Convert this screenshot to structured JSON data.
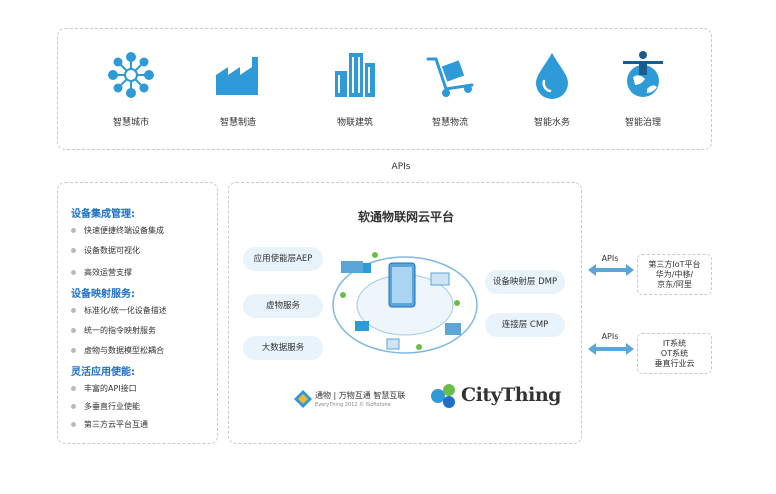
{
  "industries": [
    {
      "label": "智慧城市",
      "icon": "network-icon"
    },
    {
      "label": "智慧制造",
      "icon": "factory-icon"
    },
    {
      "label": "物联建筑",
      "icon": "buildings-icon"
    },
    {
      "label": "智慧物流",
      "icon": "hand-cart-icon"
    },
    {
      "label": "智能水务",
      "icon": "water-drop-icon"
    },
    {
      "label": "智能治理",
      "icon": "globe-person-icon"
    }
  ],
  "apis_label": "APIs",
  "left_panel": {
    "sections": [
      {
        "title": "设备集成管理:",
        "items": [
          "快速便捷终端设备集成",
          "设备数据可视化",
          "高效运营支撑"
        ]
      },
      {
        "title": "设备映射服务:",
        "items": [
          "标准化/统一化设备描述",
          "统一的指令映射服务",
          "虚物与数据模型松耦合"
        ]
      },
      {
        "title": "灵活应用使能:",
        "items": [
          "丰富的API接口",
          "多垂直行业使能",
          "第三方云平台互通"
        ]
      }
    ]
  },
  "platform": {
    "title": "软通物联网云平台",
    "pills_left": [
      "应用使能层AEP",
      "虚物服务",
      "大数据服务"
    ],
    "pills_right": [
      "设备映射层 DMP",
      "连接层   CMP"
    ],
    "brand_text": "通物 | 万物互通 智慧互联",
    "brand_sub": "EveryThing   2012 © iSoftstone",
    "logo_text": "CityThing"
  },
  "right_panels": [
    {
      "apis": "APIs",
      "lines": [
        "第三方IoT平台",
        "华为/中移/",
        "京东/阿里"
      ]
    },
    {
      "apis": "APIs",
      "lines": [
        "IT系统",
        "OT系统",
        "垂直行业云"
      ]
    }
  ],
  "colors": {
    "accent": "#1f6fc5",
    "icon": "#2e9ad8",
    "pill_bg": "#e8f3fc",
    "arrow": "#5aa6d8"
  }
}
